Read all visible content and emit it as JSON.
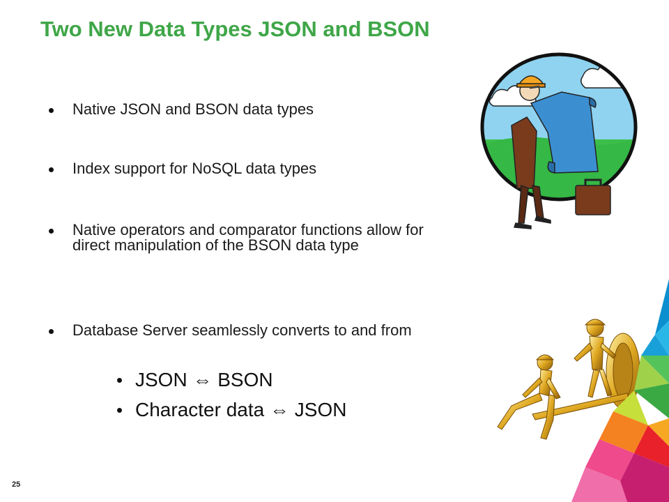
{
  "slide": {
    "title": "Two New Data Types JSON and BSON",
    "page_number": "25"
  },
  "bullets": [
    {
      "text": "Native JSON and BSON data types"
    },
    {
      "text": "Index support for NoSQL data types"
    },
    {
      "text": "Native operators and comparator functions allow for direct manipulation  of the BSON data type"
    },
    {
      "text": "Database Server seamlessly converts to and from"
    }
  ],
  "sub_bullets": [
    {
      "text": "JSON  ⇔  BSON"
    },
    {
      "text": "Character data  ⇔  JSON"
    }
  ],
  "colors": {
    "title": "#3fa648",
    "text": "#1a1a1a"
  },
  "icons": {
    "engineer": "engineer-with-blueprint-clipart",
    "gold_figures": "gold-figures-seesaw-clipart"
  }
}
